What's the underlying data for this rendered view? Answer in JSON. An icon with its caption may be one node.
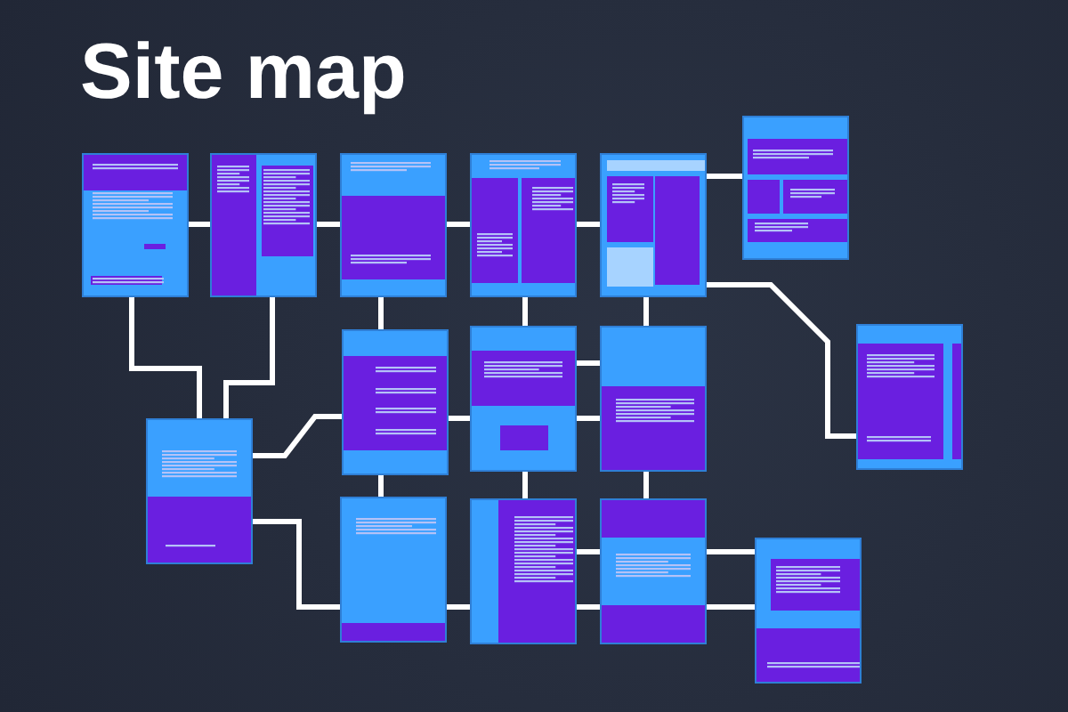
{
  "diagram": {
    "title": "Site map",
    "nodes": [
      {
        "text": [],
        "shape": "picture"
      },
      {
        "text": [],
        "shape": "picture"
      },
      {
        "text": [],
        "shape": "picture"
      },
      {
        "text": [],
        "shape": "picture"
      },
      {
        "text": [],
        "shape": "picture"
      },
      {
        "text": [],
        "shape": "picture"
      },
      {
        "text": [],
        "shape": "picture"
      },
      {
        "text": [],
        "shape": "picture"
      },
      {
        "text": [],
        "shape": "picture"
      },
      {
        "text": [],
        "shape": "picture"
      },
      {
        "text": [],
        "shape": "picture"
      },
      {
        "text": [],
        "shape": "picture"
      },
      {
        "text": [],
        "shape": "picture"
      },
      {
        "text": [],
        "shape": "picture"
      },
      {
        "text": [],
        "shape": "picture"
      }
    ],
    "edges": [
      {
        "from": 0,
        "to": 1,
        "arrow": "none"
      },
      {
        "from": 1,
        "to": 2,
        "arrow": "none"
      },
      {
        "from": 2,
        "to": 3,
        "arrow": "none"
      },
      {
        "from": 3,
        "to": 4,
        "arrow": "none"
      },
      {
        "from": 4,
        "to": 5,
        "arrow": "none"
      },
      {
        "from": 4,
        "to": 10,
        "arrow": "none"
      },
      {
        "from": 0,
        "to": 6,
        "arrow": "none"
      },
      {
        "from": 1,
        "to": 6,
        "arrow": "none"
      },
      {
        "from": 2,
        "to": 7,
        "arrow": "none"
      },
      {
        "from": 3,
        "to": 8,
        "arrow": "none"
      },
      {
        "from": 4,
        "to": 9,
        "arrow": "none"
      },
      {
        "from": 6,
        "to": 7,
        "arrow": "none"
      },
      {
        "from": 6,
        "to": 11,
        "arrow": "none"
      },
      {
        "from": 7,
        "to": 8,
        "arrow": "none"
      },
      {
        "from": 8,
        "to": 9,
        "arrow": "none"
      },
      {
        "from": 8,
        "to": 9,
        "arrow": "none"
      },
      {
        "from": 7,
        "to": 11,
        "arrow": "none"
      },
      {
        "from": 8,
        "to": 12,
        "arrow": "none"
      },
      {
        "from": 9,
        "to": 13,
        "arrow": "none"
      },
      {
        "from": 11,
        "to": 12,
        "arrow": "none"
      },
      {
        "from": 12,
        "to": 13,
        "arrow": "none"
      },
      {
        "from": 12,
        "to": 13,
        "arrow": "none"
      },
      {
        "from": 13,
        "to": 14,
        "arrow": "none"
      },
      {
        "from": 13,
        "to": 14,
        "arrow": "none"
      }
    ]
  }
}
